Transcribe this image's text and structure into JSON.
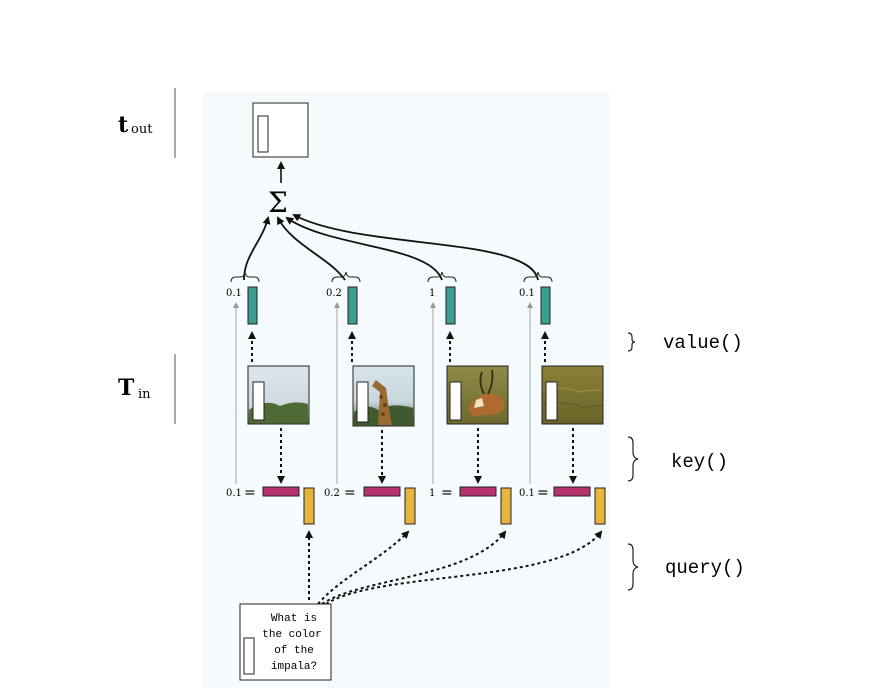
{
  "colors": {
    "panel": "#f5fafd",
    "value": "#3a9e95",
    "key": "#b8336e",
    "query": "#e8b53a",
    "box_outline": "#222222"
  },
  "left_labels": {
    "t_out_main": "t",
    "t_out_sub": "out",
    "t_in_main": "T",
    "t_in_sub": "in"
  },
  "sum_symbol": "Σ",
  "weights": [
    "0.1",
    "0.2",
    "1",
    "0.1"
  ],
  "images": [
    {
      "name": "landscape-photo",
      "alt": "grass and hills"
    },
    {
      "name": "giraffe-photo",
      "alt": "giraffe"
    },
    {
      "name": "impala-photo",
      "alt": "impala"
    },
    {
      "name": "grass-photo",
      "alt": "grass field"
    }
  ],
  "equals_sign": "=",
  "right_labels": {
    "value": "value()",
    "key": "key()",
    "query": "query()"
  },
  "question": [
    "What is",
    "the color",
    "of the",
    "impala?"
  ]
}
